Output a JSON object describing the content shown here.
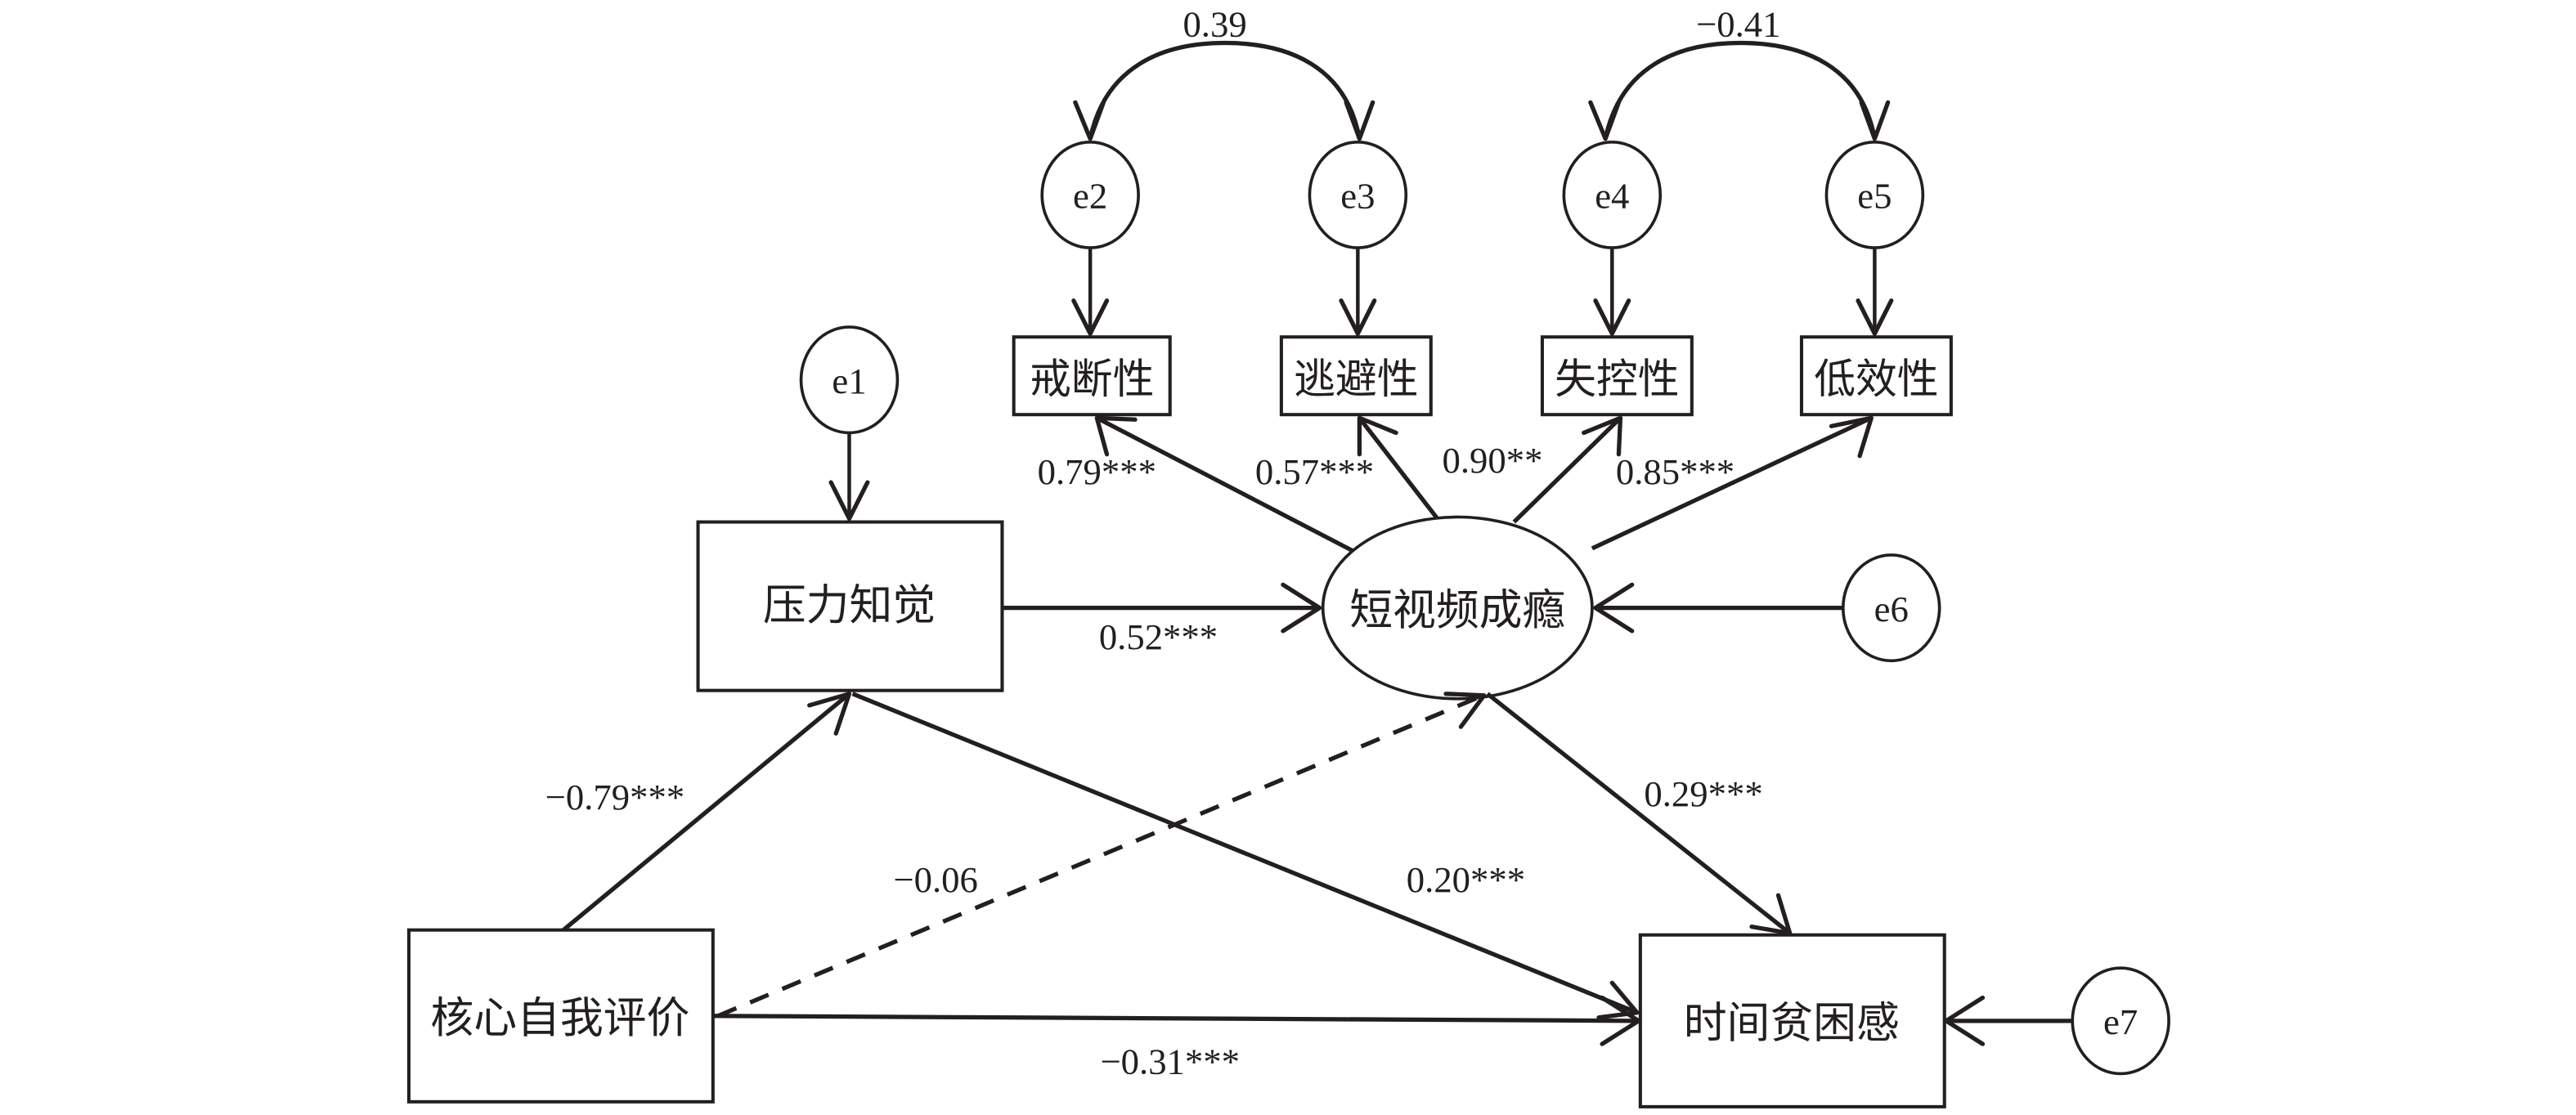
{
  "diagram": {
    "type": "structural-equation-model",
    "colors": {
      "ink": "#231f20",
      "background": "#ffffff"
    },
    "nodes": {
      "core_self_eval": {
        "label": "核心自我评价",
        "kind": "observed"
      },
      "perceived_stress": {
        "label": "压力知觉",
        "kind": "observed"
      },
      "sv_addiction": {
        "label": "短视频成瘾",
        "kind": "latent"
      },
      "time_poverty": {
        "label": "时间贫困感",
        "kind": "observed"
      },
      "ind_withdrawal": {
        "label": "戒断性",
        "kind": "indicator"
      },
      "ind_escape": {
        "label": "逃避性",
        "kind": "indicator"
      },
      "ind_loss_control": {
        "label": "失控性",
        "kind": "indicator"
      },
      "ind_inefficiency": {
        "label": "低效性",
        "kind": "indicator"
      },
      "e1": {
        "label": "e1",
        "kind": "error"
      },
      "e2": {
        "label": "e2",
        "kind": "error"
      },
      "e3": {
        "label": "e3",
        "kind": "error"
      },
      "e4": {
        "label": "e4",
        "kind": "error"
      },
      "e5": {
        "label": "e5",
        "kind": "error"
      },
      "e6": {
        "label": "e6",
        "kind": "error"
      },
      "e7": {
        "label": "e7",
        "kind": "error"
      }
    },
    "paths": [
      {
        "id": "cse_to_ps",
        "from": "core_self_eval",
        "to": "perceived_stress",
        "coef": "−0.79***",
        "style": "solid"
      },
      {
        "id": "cse_to_sva",
        "from": "core_self_eval",
        "to": "sv_addiction",
        "coef": "−0.06",
        "style": "dashed"
      },
      {
        "id": "cse_to_tp",
        "from": "core_self_eval",
        "to": "time_poverty",
        "coef": "−0.31***",
        "style": "solid"
      },
      {
        "id": "ps_to_sva",
        "from": "perceived_stress",
        "to": "sv_addiction",
        "coef": "0.52***",
        "style": "solid"
      },
      {
        "id": "ps_to_tp",
        "from": "perceived_stress",
        "to": "time_poverty",
        "coef": "0.20***",
        "style": "solid"
      },
      {
        "id": "sva_to_tp",
        "from": "sv_addiction",
        "to": "time_poverty",
        "coef": "0.29***",
        "style": "solid"
      }
    ],
    "loadings": [
      {
        "indicator": "ind_withdrawal",
        "coef": "0.79***"
      },
      {
        "indicator": "ind_escape",
        "coef": "0.57***"
      },
      {
        "indicator": "ind_loss_control",
        "coef": "0.90**"
      },
      {
        "indicator": "ind_inefficiency",
        "coef": "0.85***"
      }
    ],
    "covariances": [
      {
        "between": [
          "e2",
          "e3"
        ],
        "coef": "0.39"
      },
      {
        "between": [
          "e4",
          "e5"
        ],
        "coef": "−0.41"
      }
    ]
  }
}
